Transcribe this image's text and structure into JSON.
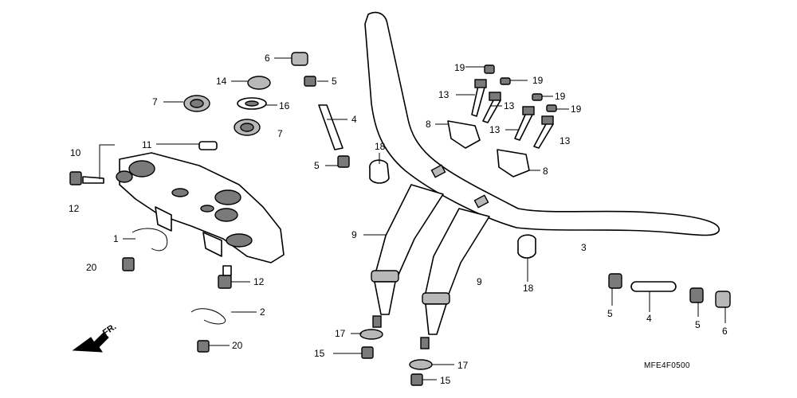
{
  "diagram": {
    "part_code": "MFE4F0500",
    "front_marker": "FR.",
    "callouts": {
      "c1": "1",
      "c2": "2",
      "c3": "3",
      "c4a": "4",
      "c4b": "4",
      "c5a": "5",
      "c5b": "5",
      "c5c": "5",
      "c5d": "5",
      "c6a": "6",
      "c6b": "6",
      "c7a": "7",
      "c7b": "7",
      "c8a": "8",
      "c8b": "8",
      "c9a": "9",
      "c9b": "9",
      "c10": "10",
      "c11": "11",
      "c12a": "12",
      "c12b": "12",
      "c13a": "13",
      "c13b": "13",
      "c13c": "13",
      "c13d": "13",
      "c14": "14",
      "c15a": "15",
      "c15b": "15",
      "c16": "16",
      "c17a": "17",
      "c17b": "17",
      "c18a": "18",
      "c18b": "18",
      "c19a": "19",
      "c19b": "19",
      "c19c": "19",
      "c19d": "19",
      "c20a": "20",
      "c20b": "20"
    }
  }
}
